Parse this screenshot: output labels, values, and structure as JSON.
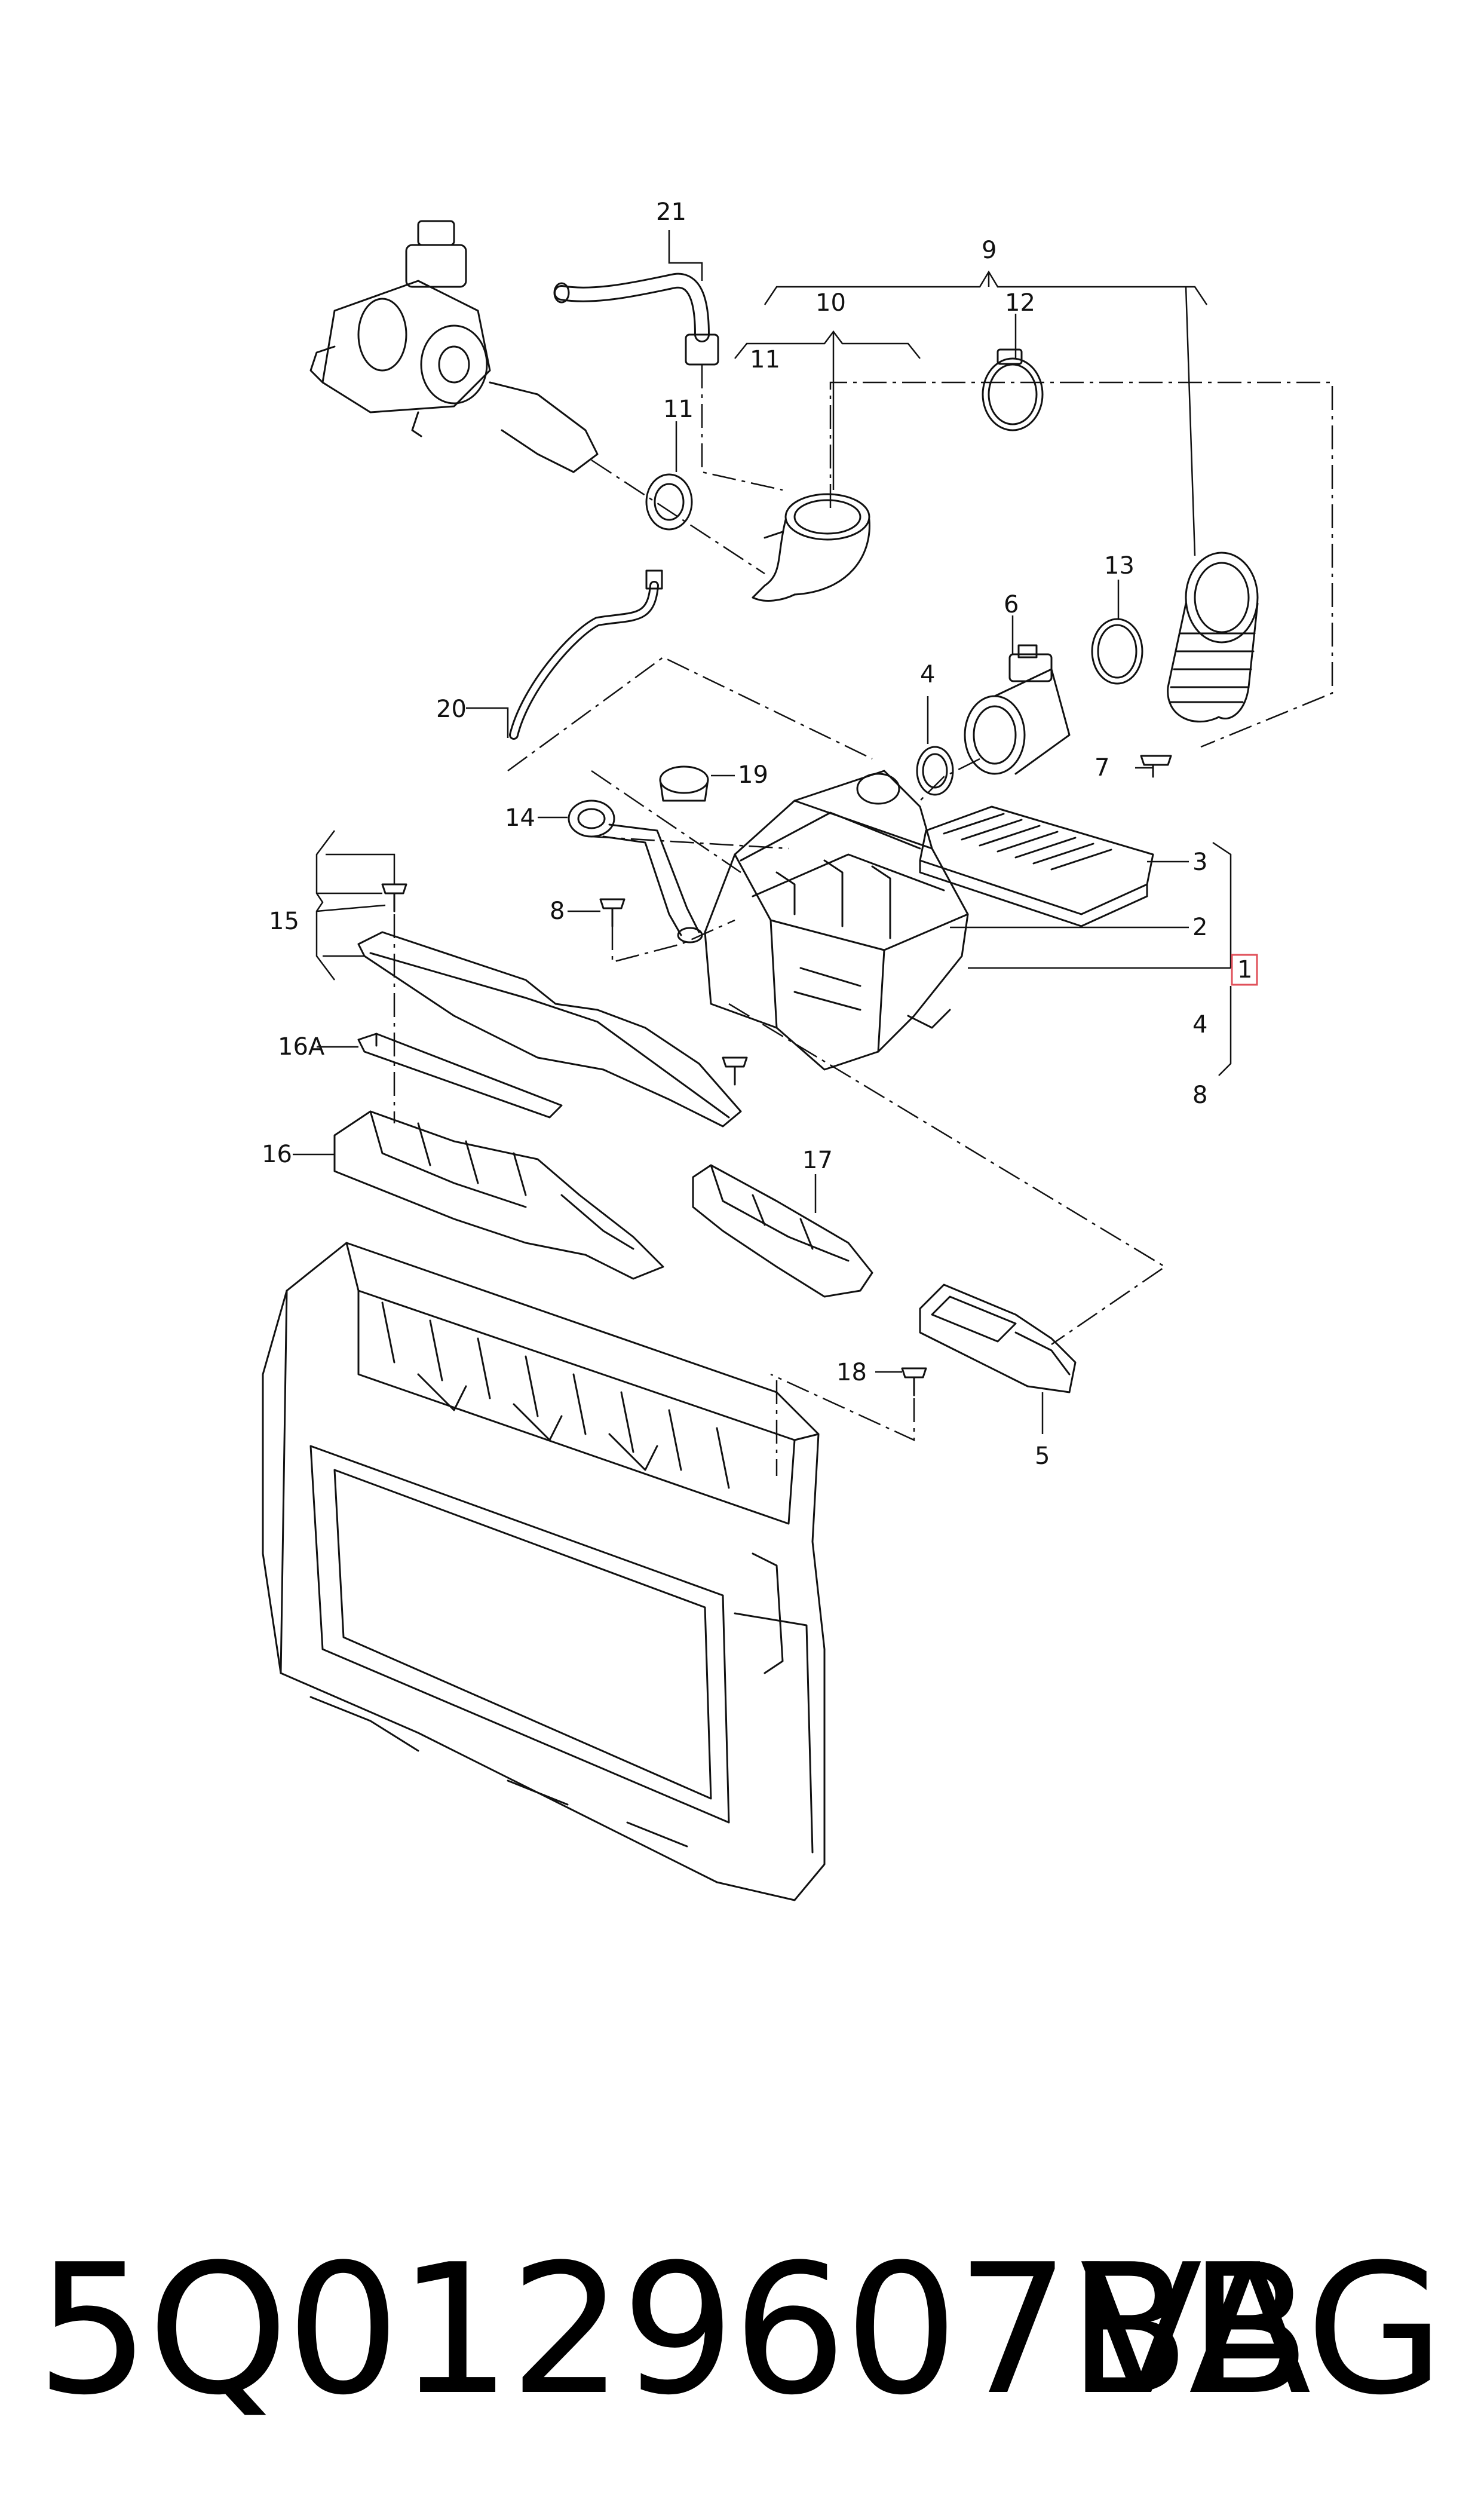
{
  "callouts": {
    "c1": "1",
    "c2": "2",
    "c3": "3",
    "c4a": "4",
    "c4b": "4",
    "c5": "5",
    "c6": "6",
    "c7": "7",
    "c8a": "8",
    "c8b": "8",
    "c9": "9",
    "c10": "10",
    "c11a": "11",
    "c11b": "11",
    "c12": "12",
    "c13": "13",
    "c14": "14",
    "c15": "15",
    "c16": "16",
    "c16a": "16A",
    "c17": "17",
    "c18": "18",
    "c19": "19",
    "c20": "20",
    "c21": "21"
  },
  "caption": {
    "part_number": "5Q0129607BB",
    "brand": "VAG"
  },
  "colors": {
    "line": "#111111",
    "highlight_box": "#e0505a"
  }
}
